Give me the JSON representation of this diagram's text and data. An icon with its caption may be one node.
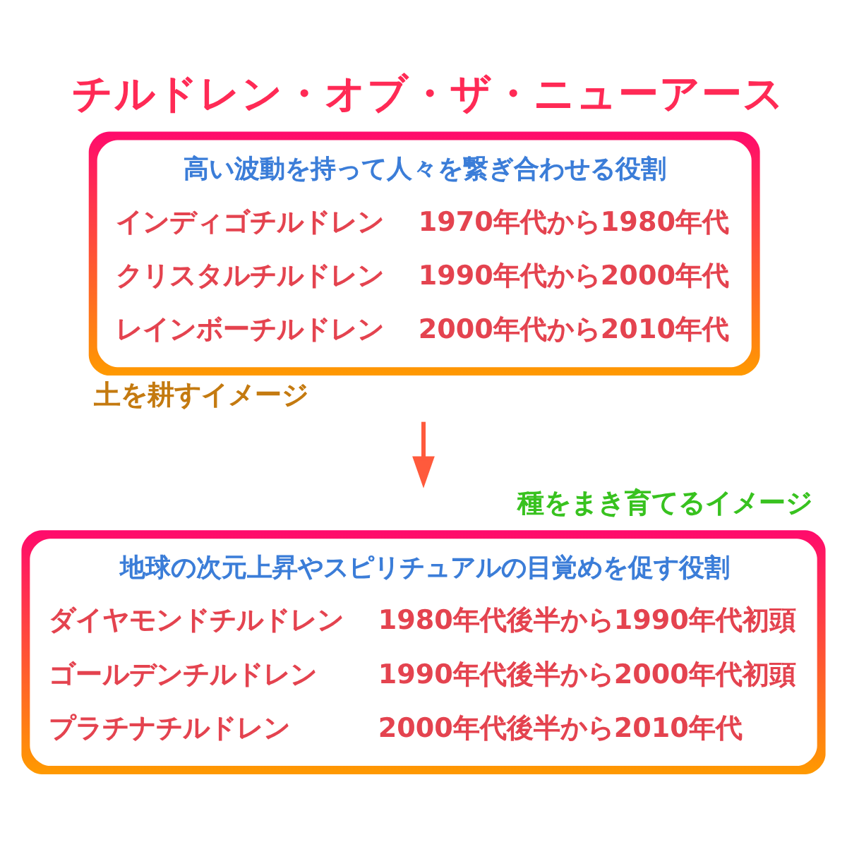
{
  "diagram": {
    "title": "チルドレン・オブ・ザ・ニューアース",
    "nodes": [
      {
        "text": [
          "高い波動を持って人々を繋ぎ合わせる役割",
          "インディゴチルドレン",
          "1970年代から1980年代",
          "クリスタルチルドレン",
          "1990年代から2000年代",
          "レインボーチルドレン",
          "2000年代から2010年代"
        ],
        "beside": [
          "土を耕すイメージ"
        ]
      },
      {
        "text": [
          "地球の次元上昇やスピリチュアルの目覚めを促す役割",
          "ダイヤモンドチルドレン",
          "1980年代後半から1990年代初頭",
          "ゴールデンチルドレン",
          "1990年代後半から2000年代初頭",
          "プラチナチルドレン",
          "2000年代後半から2010年代"
        ],
        "beside": [
          "種をまき育てるイメージ"
        ]
      }
    ],
    "edges": [
      {
        "from": 0,
        "to": 1,
        "arrow": "to"
      }
    ]
  }
}
